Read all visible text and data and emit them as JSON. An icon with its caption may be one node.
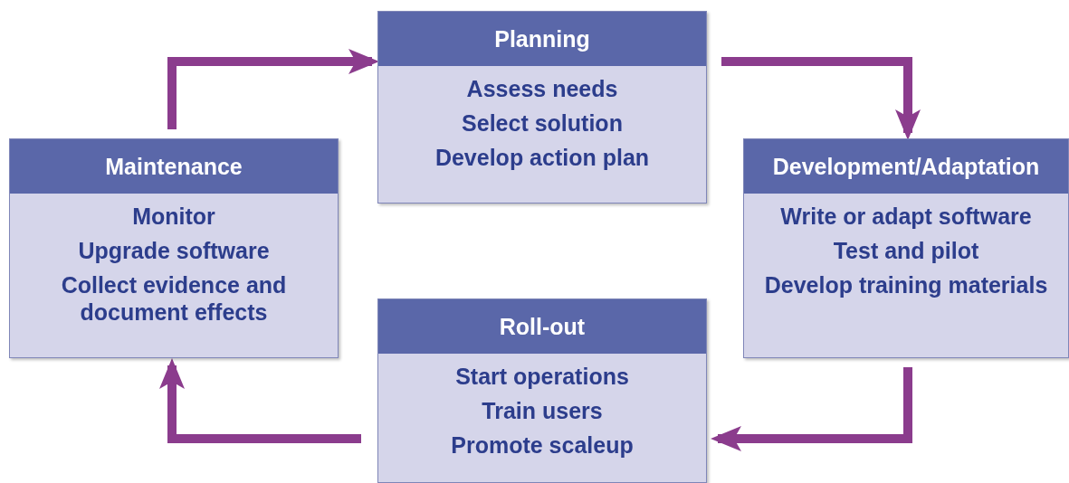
{
  "diagram": {
    "nodes": [
      {
        "text": [
          "Planning",
          "Assess needs",
          "Select solution",
          "Develop action plan"
        ]
      },
      {
        "text": [
          "Maintenance",
          "Monitor",
          "Upgrade software",
          "Collect evidence and document effects"
        ]
      },
      {
        "text": [
          "Development/Adaptation",
          "Write or adapt software",
          "Test and pilot",
          "Develop training materials"
        ]
      },
      {
        "text": [
          "Roll-out",
          "Start operations",
          "Train users",
          "Promote scaleup"
        ]
      }
    ],
    "edges": [
      {
        "from": 1,
        "to": 0,
        "arrow": "to"
      },
      {
        "from": 0,
        "to": 2,
        "arrow": "to"
      },
      {
        "from": 2,
        "to": 3,
        "arrow": "to"
      },
      {
        "from": 3,
        "to": 1,
        "arrow": "to"
      }
    ]
  }
}
